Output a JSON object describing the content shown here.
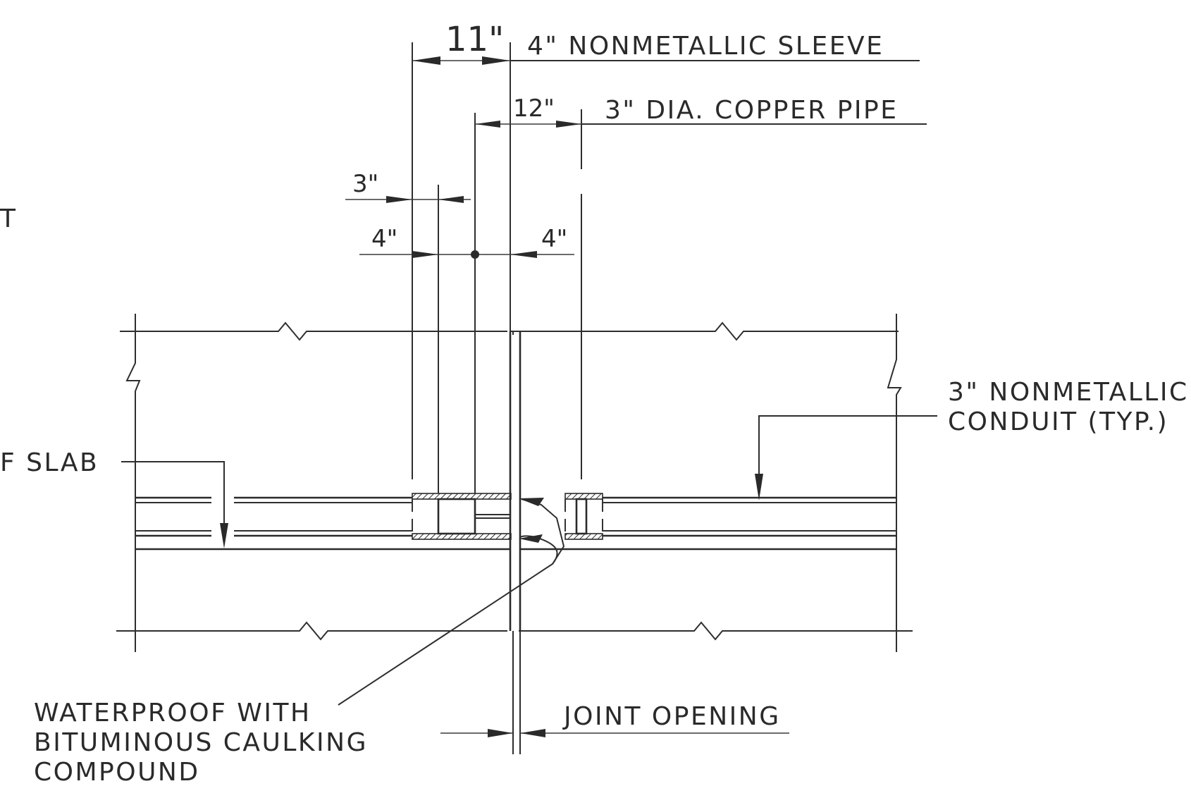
{
  "labels": {
    "sleeve": "4\" NONMETALLIC SLEEVE",
    "copper_pipe": "3\" DIA. COPPER PIPE",
    "conduit_line1": "3\" NONMETALLIC",
    "conduit_line2": "CONDUIT (TYP.)",
    "slab_partial": "F SLAB",
    "partial_t": "T",
    "waterproof_line1": "WATERPROOF WITH",
    "waterproof_line2": "BITUMINOUS CAULKING",
    "waterproof_line3": "COMPOUND",
    "joint_opening": "JOINT OPENING"
  },
  "dimensions": {
    "d_11": "11\"",
    "d_12": "12\"",
    "d_3": "3\"",
    "d_4_left": "4\"",
    "d_4_right": "4\""
  },
  "colors": {
    "ink": "#2a2a2a",
    "paper": "#ffffff"
  }
}
